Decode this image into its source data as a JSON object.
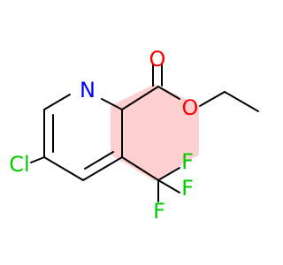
{
  "molecule": {
    "atoms": {
      "nitrogen": {
        "label": "N",
        "color": "#0000ff"
      },
      "carbonyl_oxygen": {
        "label": "O",
        "color": "#ff0000"
      },
      "ester_oxygen": {
        "label": "O",
        "color": "#ff0000"
      },
      "chlorine": {
        "label": "Cl",
        "color": "#00cc00"
      },
      "fluorine_top": {
        "label": "F",
        "color": "#00cc00"
      },
      "fluorine_right": {
        "label": "F",
        "color": "#00cc00"
      },
      "fluorine_bottom": {
        "label": "F",
        "color": "#00cc00"
      }
    },
    "highlight_color": "#ffaaaa"
  }
}
